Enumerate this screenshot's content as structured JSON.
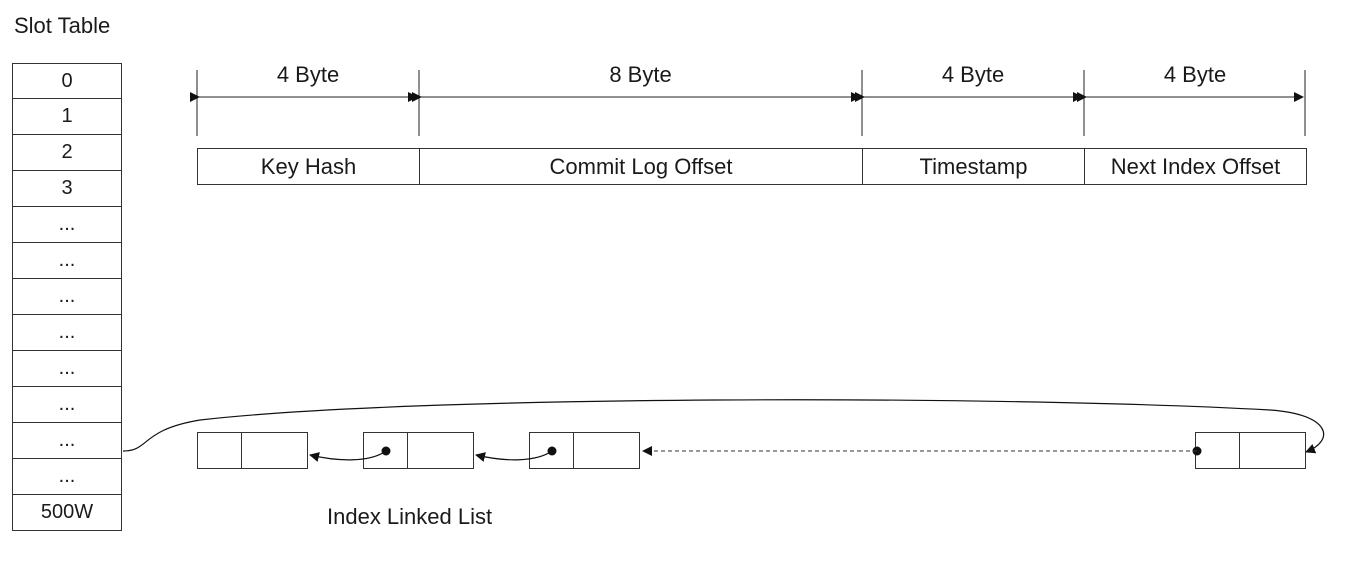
{
  "slot_table": {
    "title": "Slot Table",
    "cells": [
      "0",
      "1",
      "2",
      "3",
      "...",
      "...",
      "...",
      "...",
      "...",
      "...",
      "...",
      "...",
      "500W"
    ]
  },
  "index_entry": {
    "fields": [
      {
        "label": "Key Hash",
        "size": "4 Byte"
      },
      {
        "label": "Commit Log Offset",
        "size": "8 Byte"
      },
      {
        "label": "Timestamp",
        "size": "4 Byte"
      },
      {
        "label": "Next Index Offset",
        "size": "4 Byte"
      }
    ]
  },
  "linked_list": {
    "title": "Index Linked List"
  }
}
